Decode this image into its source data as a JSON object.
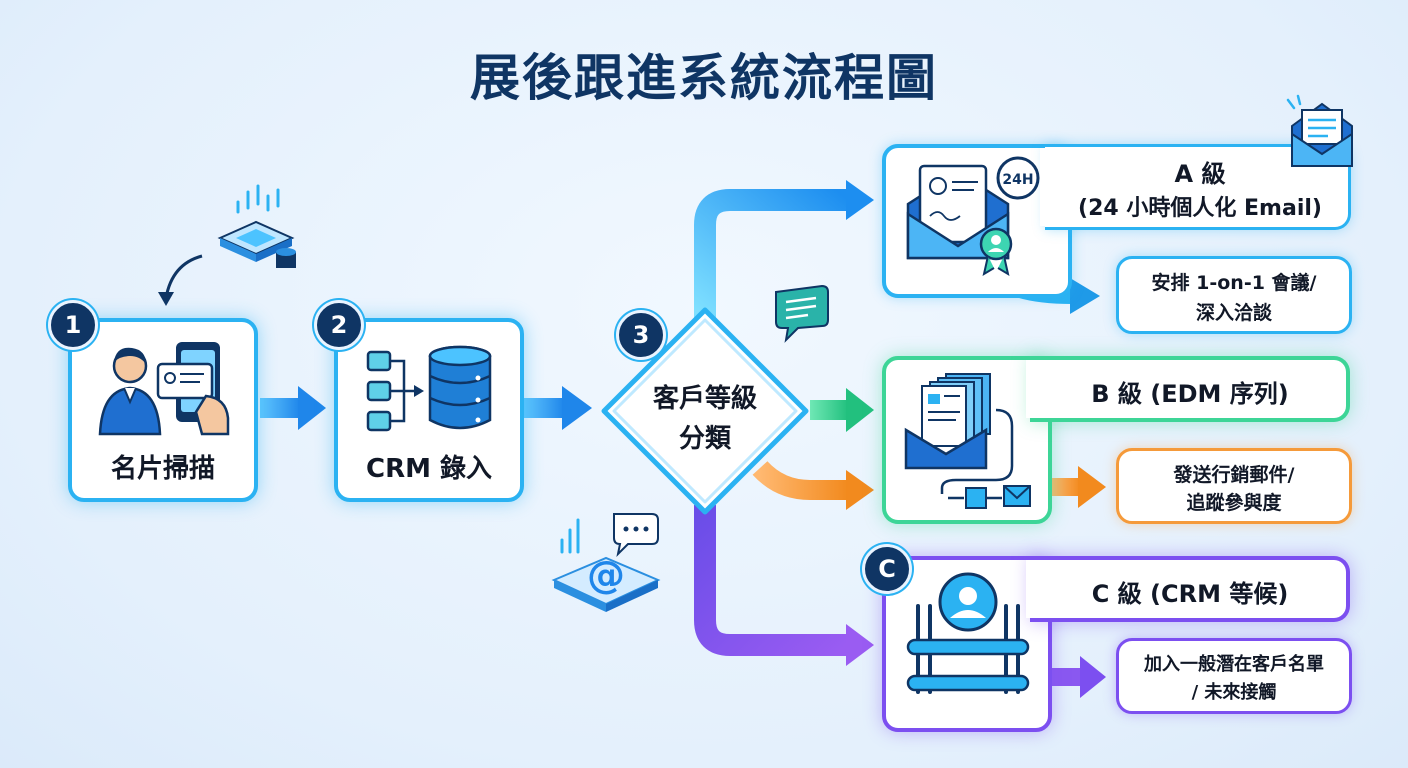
{
  "title": "展後跟進系統流程圖",
  "steps": [
    {
      "number": "1",
      "label": "名片掃描"
    },
    {
      "number": "2",
      "label": "CRM 錄入"
    },
    {
      "number": "3",
      "label_line1": "客戶等級",
      "label_line2": "分類"
    }
  ],
  "tiers": {
    "a": {
      "title_line1": "A 級",
      "title_line2": "(24 小時個人化 Email)",
      "action_line1": "安排 1-on-1 會議/",
      "action_line2": "深入洽談",
      "clock_text": "24H"
    },
    "b": {
      "title": "B 級 (EDM 序列)",
      "action_line1": "發送行銷郵件/",
      "action_line2": "追蹤參與度"
    },
    "c": {
      "badge": "C",
      "title": "C 級 (CRM 等候)",
      "action_line1": "加入一般潛在客戶名單",
      "action_line2": "/ 未來接觸"
    }
  },
  "colors": {
    "navy": "#0f3564",
    "blue": "#2bb2f2",
    "green": "#3dd597",
    "orange": "#f59a3a",
    "purple": "#7c4ff0"
  },
  "icons": [
    "chip-icon",
    "person-phone-icon",
    "database-icon",
    "chat-bubble-icon",
    "at-sign-icon",
    "envelope-certificate-icon",
    "envelope-stack-icon",
    "person-waiting-icon",
    "email-icon"
  ]
}
